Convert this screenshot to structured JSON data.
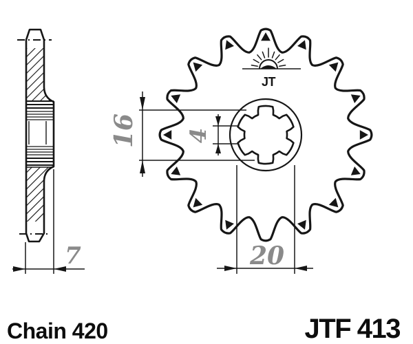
{
  "labels": {
    "chain": "Chain 420",
    "part_number": "JTF 413"
  },
  "logo": {
    "text": "JT"
  },
  "dimensions": {
    "spline_span": "16",
    "groove_width": "4",
    "bore_diameter": "20",
    "hub_width": "7"
  },
  "sprocket": {
    "teeth": 16,
    "spline_count": 6
  },
  "colors": {
    "line": "#161616",
    "dim_text": "#8a8a8a",
    "label_text": "#0d0d0d",
    "background": "#ffffff"
  }
}
